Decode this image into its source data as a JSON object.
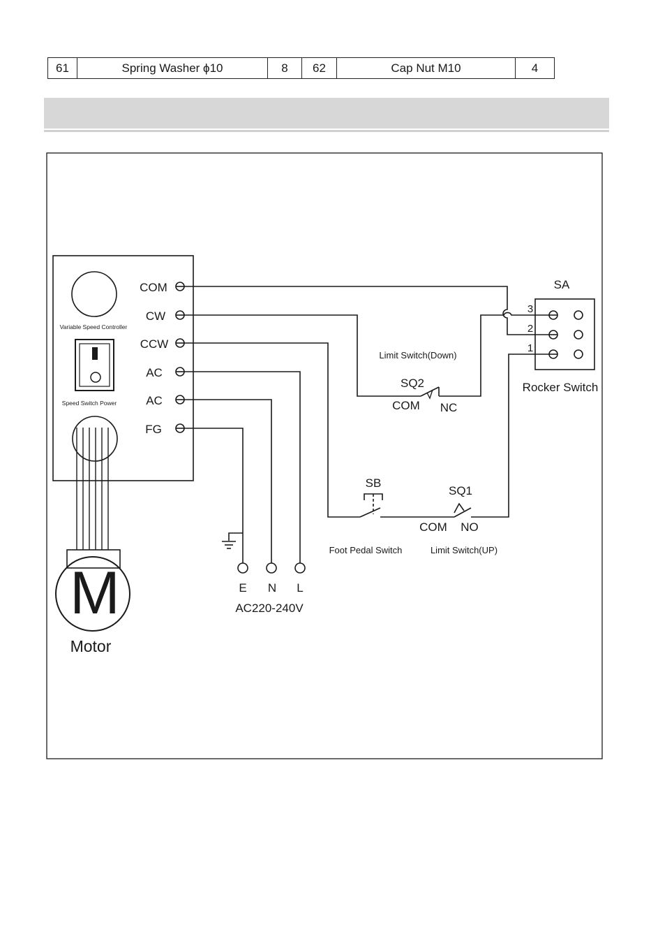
{
  "parts_table": {
    "rows": [
      [
        "61",
        "Spring Washer ϕ10",
        "8",
        "62",
        "Cap Nut M10",
        "4"
      ]
    ]
  },
  "diagram": {
    "controller": {
      "knob_label": "Variable Speed Controller",
      "power_label": "Speed Switch Power",
      "terminals": [
        "COM",
        "CW",
        "CCW",
        "AC",
        "AC",
        "FG"
      ]
    },
    "motor": {
      "symbol": "M",
      "label": "Motor"
    },
    "power_supply": {
      "terminals": [
        "E",
        "N",
        "L"
      ],
      "label": "AC220-240V"
    },
    "rocker_switch": {
      "id": "SA",
      "label": "Rocker Switch",
      "pins": [
        "3",
        "2",
        "1"
      ]
    },
    "sq2": {
      "id": "SQ2",
      "label": "Limit Switch(Down)",
      "com": "COM",
      "contact": "NC"
    },
    "sb": {
      "id": "SB",
      "label": "Foot Pedal Switch"
    },
    "sq1": {
      "id": "SQ1",
      "label": "Limit Switch(UP)",
      "com": "COM",
      "contact": "NO"
    }
  },
  "colors": {
    "line": "#1a1a1a",
    "band": "#d7d7d7"
  }
}
